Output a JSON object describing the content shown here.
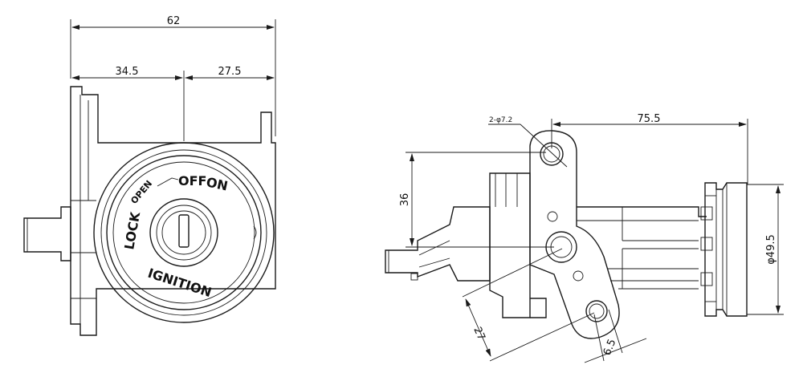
{
  "front_view": {
    "dims": {
      "overall_width": "62",
      "left_width": "34.5",
      "right_width": "27.5"
    },
    "face_labels": {
      "lock": "LOCK",
      "open": "OPEN",
      "off": "OFF",
      "on": "ON",
      "ignition": "IGNITION"
    }
  },
  "side_view": {
    "dims": {
      "holes": "2-φ7.2",
      "length": "75.5",
      "height": "36",
      "diameter": "φ49.5",
      "hole_spacing": "27",
      "offset": "6.5"
    }
  }
}
